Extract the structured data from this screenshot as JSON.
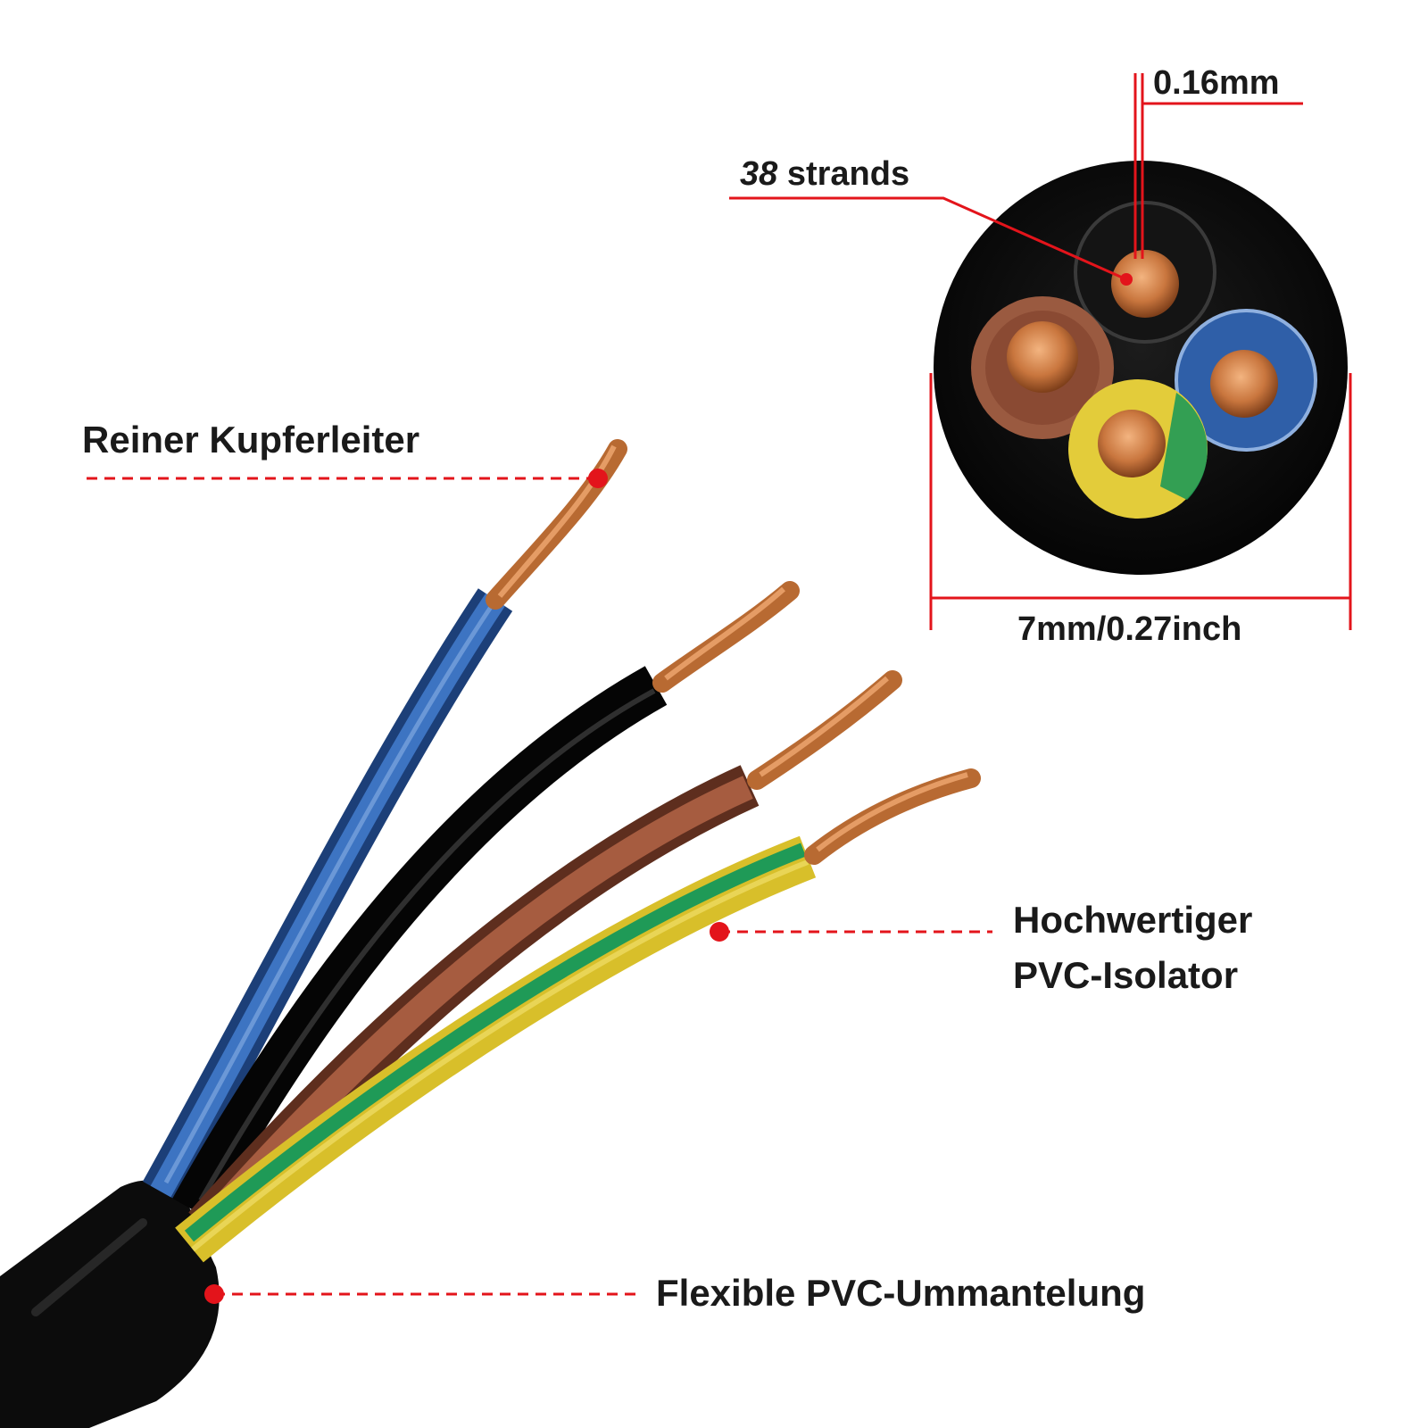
{
  "callouts": {
    "copper_conductor": "Reiner Kupferleiter",
    "insulator_line1": "Hochwertiger",
    "insulator_line2": "PVC-Isolator",
    "sheath": "Flexible PVC-Ummantelung"
  },
  "cross_section": {
    "strand_diameter": "0.16mm",
    "strand_count": "38",
    "strand_unit": "strands",
    "cable_diameter": "7mm/0.27inch"
  },
  "colors": {
    "accent_red": "#e3141b",
    "sheath_black": "#0f0f0f",
    "core_blue": "#2f5fa8",
    "core_black": "#151515",
    "core_brown": "#8a4a33",
    "core_yellow": "#e3cc3a",
    "core_green": "#1f9a57",
    "copper": "#c9763e"
  }
}
